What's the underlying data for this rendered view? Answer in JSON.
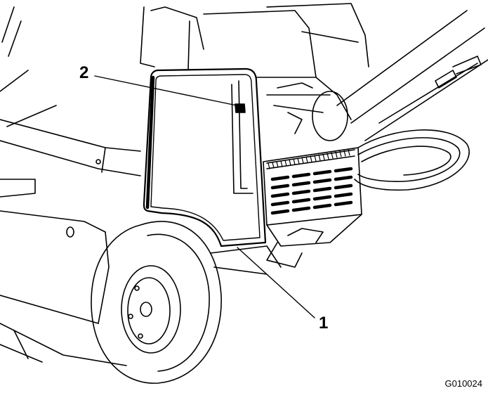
{
  "figure": {
    "callouts": [
      {
        "number": "1",
        "part": "cover"
      },
      {
        "number": "2",
        "part": "latch slot"
      }
    ],
    "figure_id": "G010024"
  },
  "colors": {
    "line": "#000000",
    "background": "#ffffff"
  }
}
